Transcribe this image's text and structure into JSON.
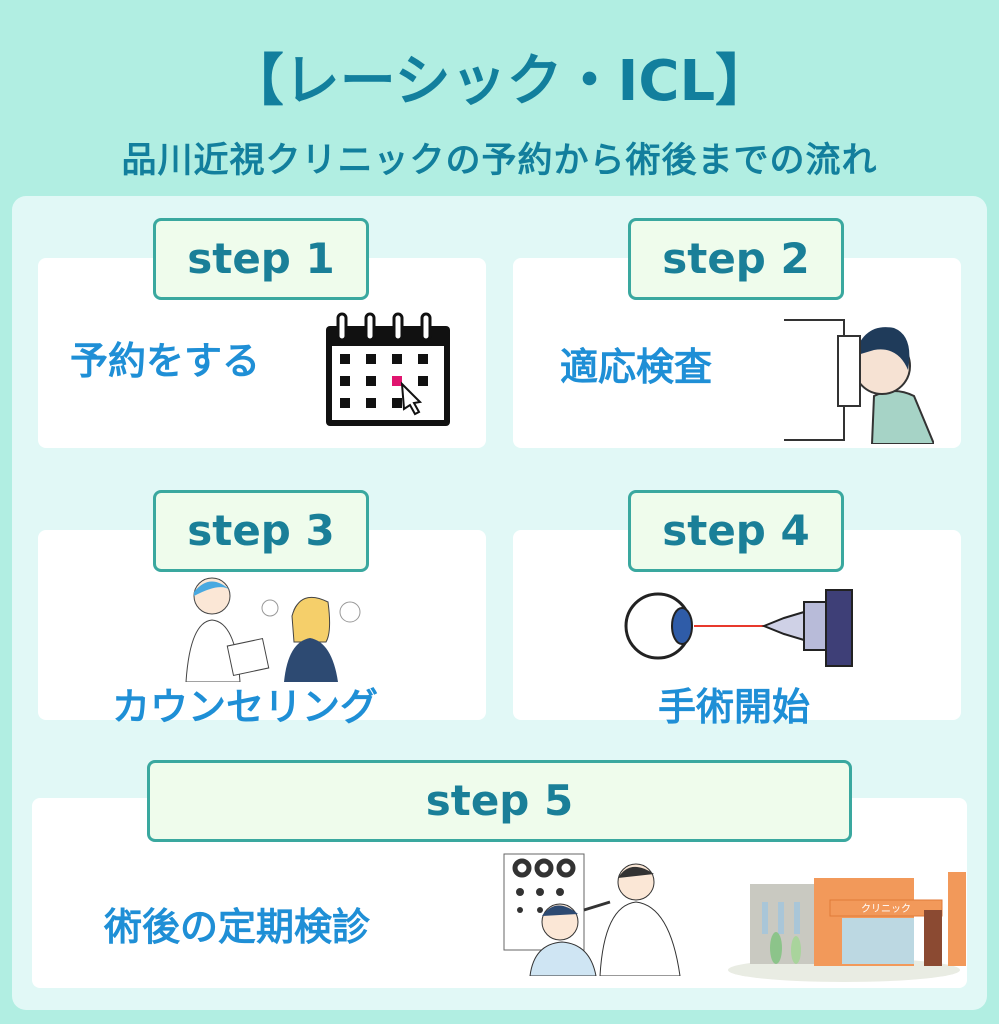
{
  "title": "【レーシック・ICL】",
  "subtitle": "品川近視クリニックの予約から術後までの流れ",
  "steps": [
    {
      "label": "step 1",
      "text": "予約をする",
      "icon": "calendar-icon"
    },
    {
      "label": "step 2",
      "text": "適応検査",
      "icon": "eye-exam-icon"
    },
    {
      "label": "step 3",
      "text": "カウンセリング",
      "icon": "counseling-icon"
    },
    {
      "label": "step 4",
      "text": "手術開始",
      "icon": "laser-eye-icon"
    },
    {
      "label": "step 5",
      "text": "術後の定期検診",
      "icon": "checkup-icon"
    }
  ],
  "clinic_sign": "クリニック",
  "colors": {
    "background": "#b1eee2",
    "panel": "#e1f8f6",
    "title": "#127f9d",
    "label": "#1f8fd6",
    "step_border": "#3aa89f"
  }
}
